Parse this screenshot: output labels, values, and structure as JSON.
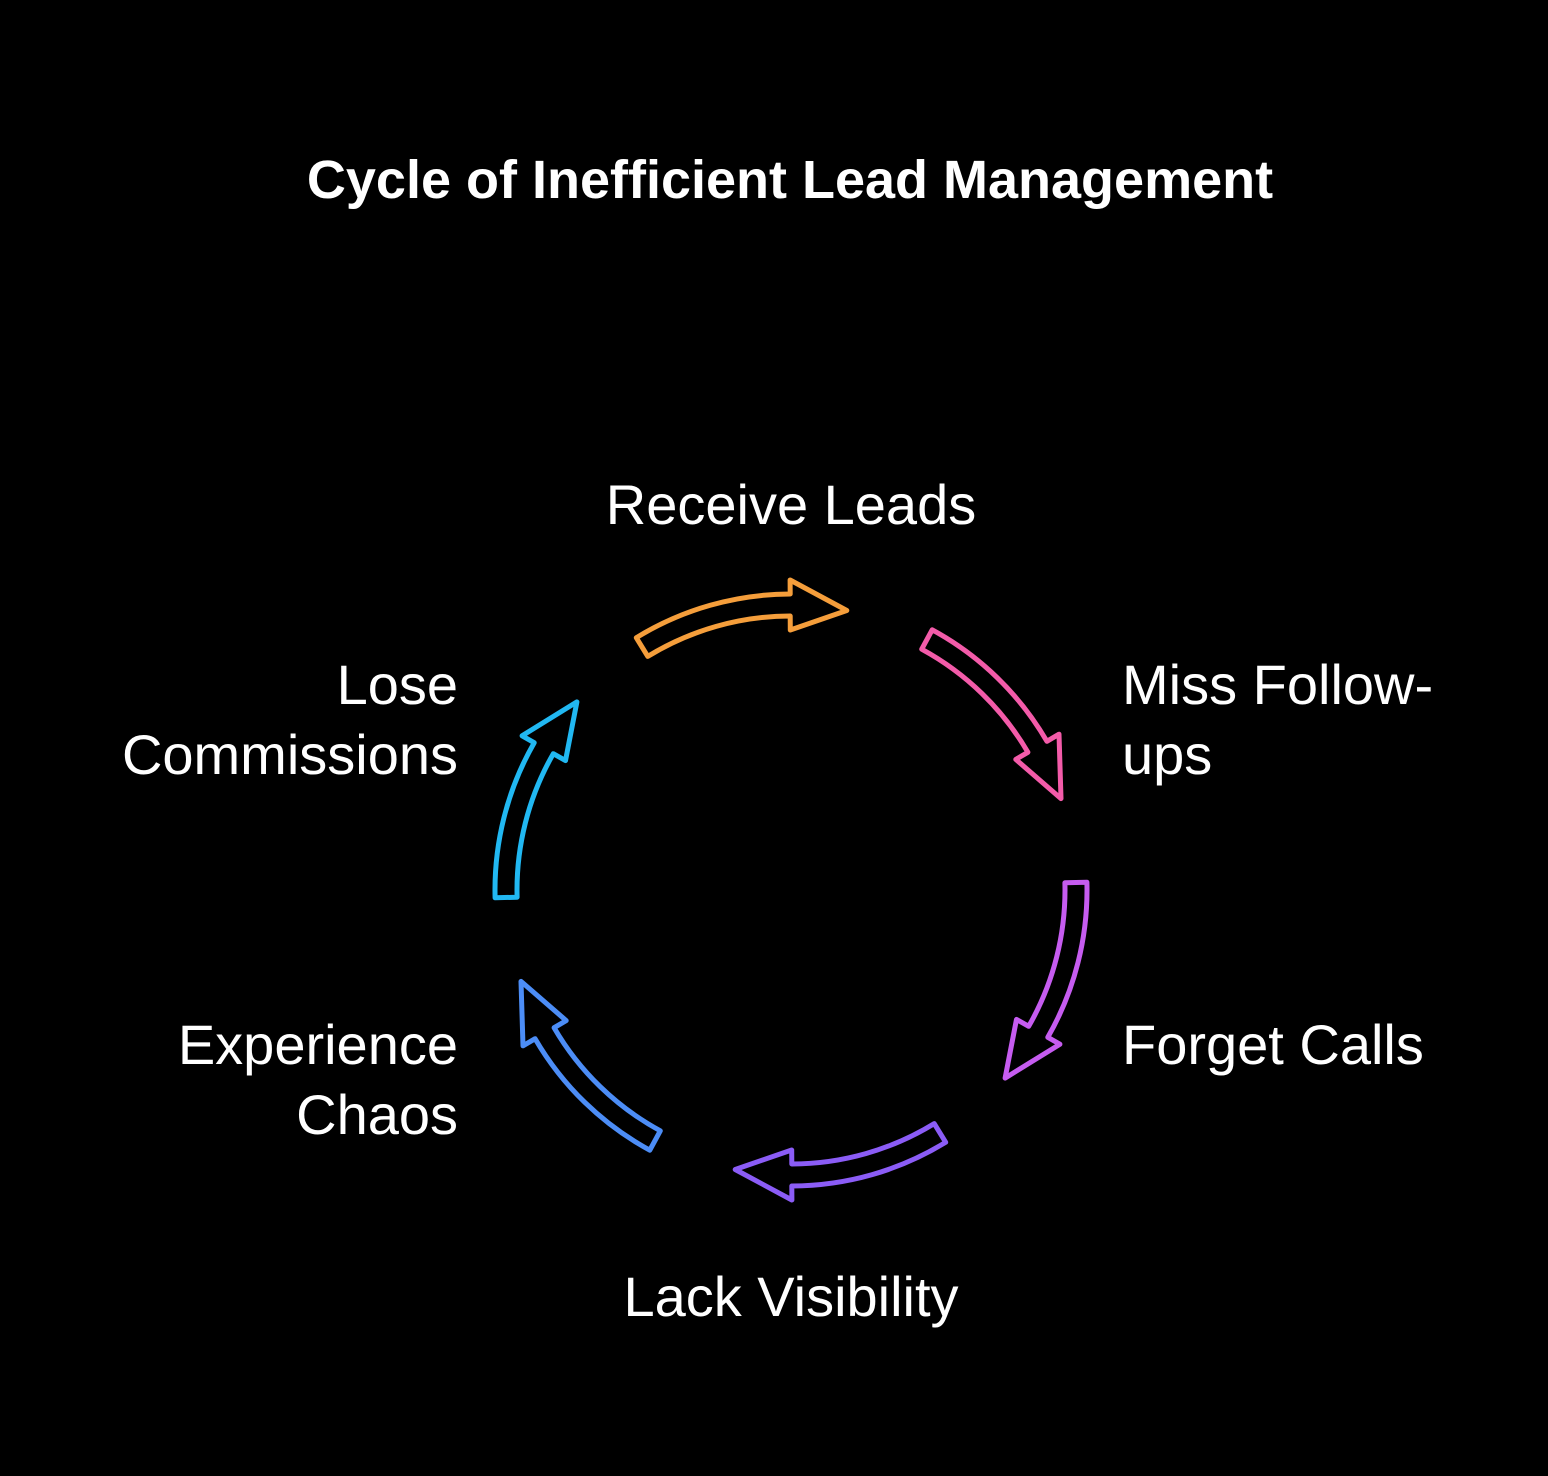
{
  "title": "Cycle of Inefficient Lead Management",
  "steps": [
    {
      "lines": [
        "Receive Leads"
      ],
      "color": "#F59E3B"
    },
    {
      "lines": [
        "Miss Follow-",
        "ups"
      ],
      "color": "#F35BA9"
    },
    {
      "lines": [
        "Forget Calls"
      ],
      "color": "#C65CF0"
    },
    {
      "lines": [
        "Lack Visibility"
      ],
      "color": "#8B5CF6"
    },
    {
      "lines": [
        "Experience",
        "Chaos"
      ],
      "color": "#4C8DF6"
    },
    {
      "lines": [
        "Lose",
        "Commissions"
      ],
      "color": "#21B8F2"
    }
  ]
}
